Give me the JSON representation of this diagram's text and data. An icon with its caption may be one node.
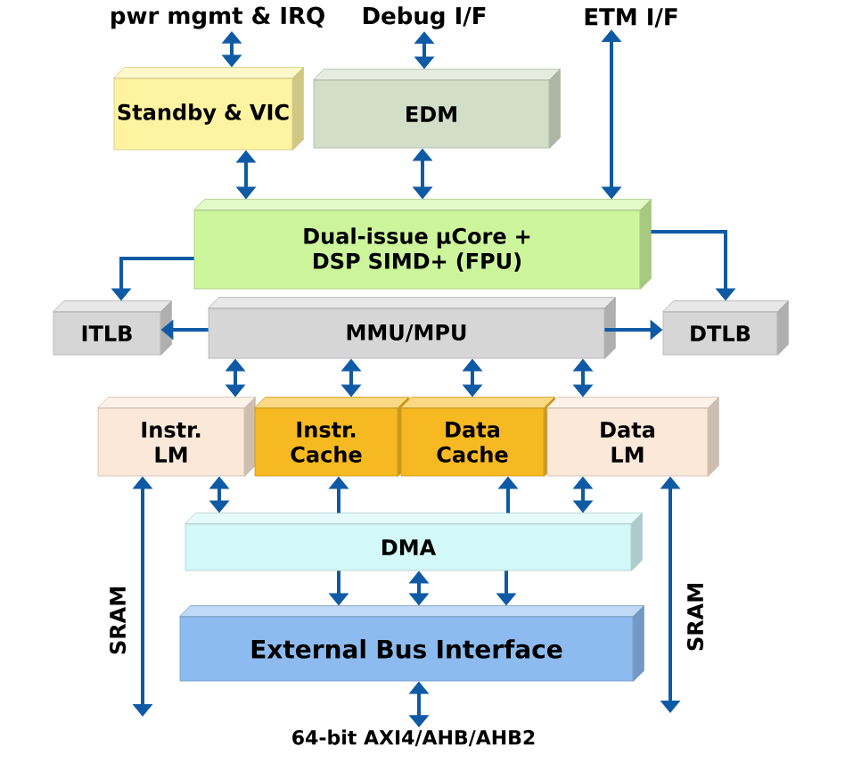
{
  "diagram": {
    "nodes": [
      {
        "text": [
          "pwr mgmt & IRQ"
        ]
      },
      {
        "text": [
          "Debug I/F"
        ]
      },
      {
        "text": [
          "ETM I/F"
        ]
      },
      {
        "text": [
          "Standby & VIC"
        ]
      },
      {
        "text": [
          "EDM"
        ]
      },
      {
        "text": [
          "Dual-issue µCore + DSP SIMD+ (FPU)"
        ]
      },
      {
        "text": [
          "ITLB"
        ]
      },
      {
        "text": [
          "MMU/MPU"
        ]
      },
      {
        "text": [
          "DTLB"
        ]
      },
      {
        "text": [
          "Instr. LM"
        ]
      },
      {
        "text": [
          "Instr. Cache"
        ]
      },
      {
        "text": [
          "Data Cache"
        ]
      },
      {
        "text": [
          "Data LM"
        ]
      },
      {
        "text": [
          "DMA"
        ]
      },
      {
        "text": [
          "External Bus Interface"
        ]
      },
      {
        "text": [
          "64-bit AXI4/AHB/AHB2"
        ]
      }
    ],
    "edges": [
      {
        "from": 0,
        "to": 3,
        "arrow": "both"
      },
      {
        "from": 1,
        "to": 4,
        "arrow": "both"
      },
      {
        "from": 2,
        "to": 5,
        "arrow": "both"
      },
      {
        "from": 3,
        "to": 5,
        "arrow": "both"
      },
      {
        "from": 4,
        "to": 5,
        "arrow": "both"
      },
      {
        "from": 5,
        "to": 6,
        "arrow": "to"
      },
      {
        "from": 5,
        "to": 8,
        "arrow": "to"
      },
      {
        "from": 7,
        "to": 6,
        "arrow": "to"
      },
      {
        "from": 7,
        "to": 8,
        "arrow": "to"
      },
      {
        "from": 7,
        "to": 9,
        "arrow": "both"
      },
      {
        "from": 7,
        "to": 10,
        "arrow": "both"
      },
      {
        "from": 7,
        "to": 11,
        "arrow": "both"
      },
      {
        "from": 7,
        "to": 12,
        "arrow": "both"
      },
      {
        "from": 9,
        "to": 13,
        "arrow": "both"
      },
      {
        "from": 13,
        "to": 10,
        "arrow": "to"
      },
      {
        "from": 13,
        "to": 11,
        "arrow": "to"
      },
      {
        "from": 12,
        "to": 13,
        "arrow": "both"
      },
      {
        "from": 13,
        "to": 14,
        "arrow": "to"
      },
      {
        "from": 13,
        "to": 14,
        "arrow": "both"
      },
      {
        "from": 13,
        "to": 14,
        "arrow": "to"
      },
      {
        "from": 14,
        "to": 15,
        "arrow": "both"
      },
      {
        "from": 9,
        "to": null,
        "arrow": "both",
        "label": "SRAM"
      },
      {
        "from": 12,
        "to": null,
        "arrow": "both",
        "label": "SRAM"
      }
    ]
  }
}
